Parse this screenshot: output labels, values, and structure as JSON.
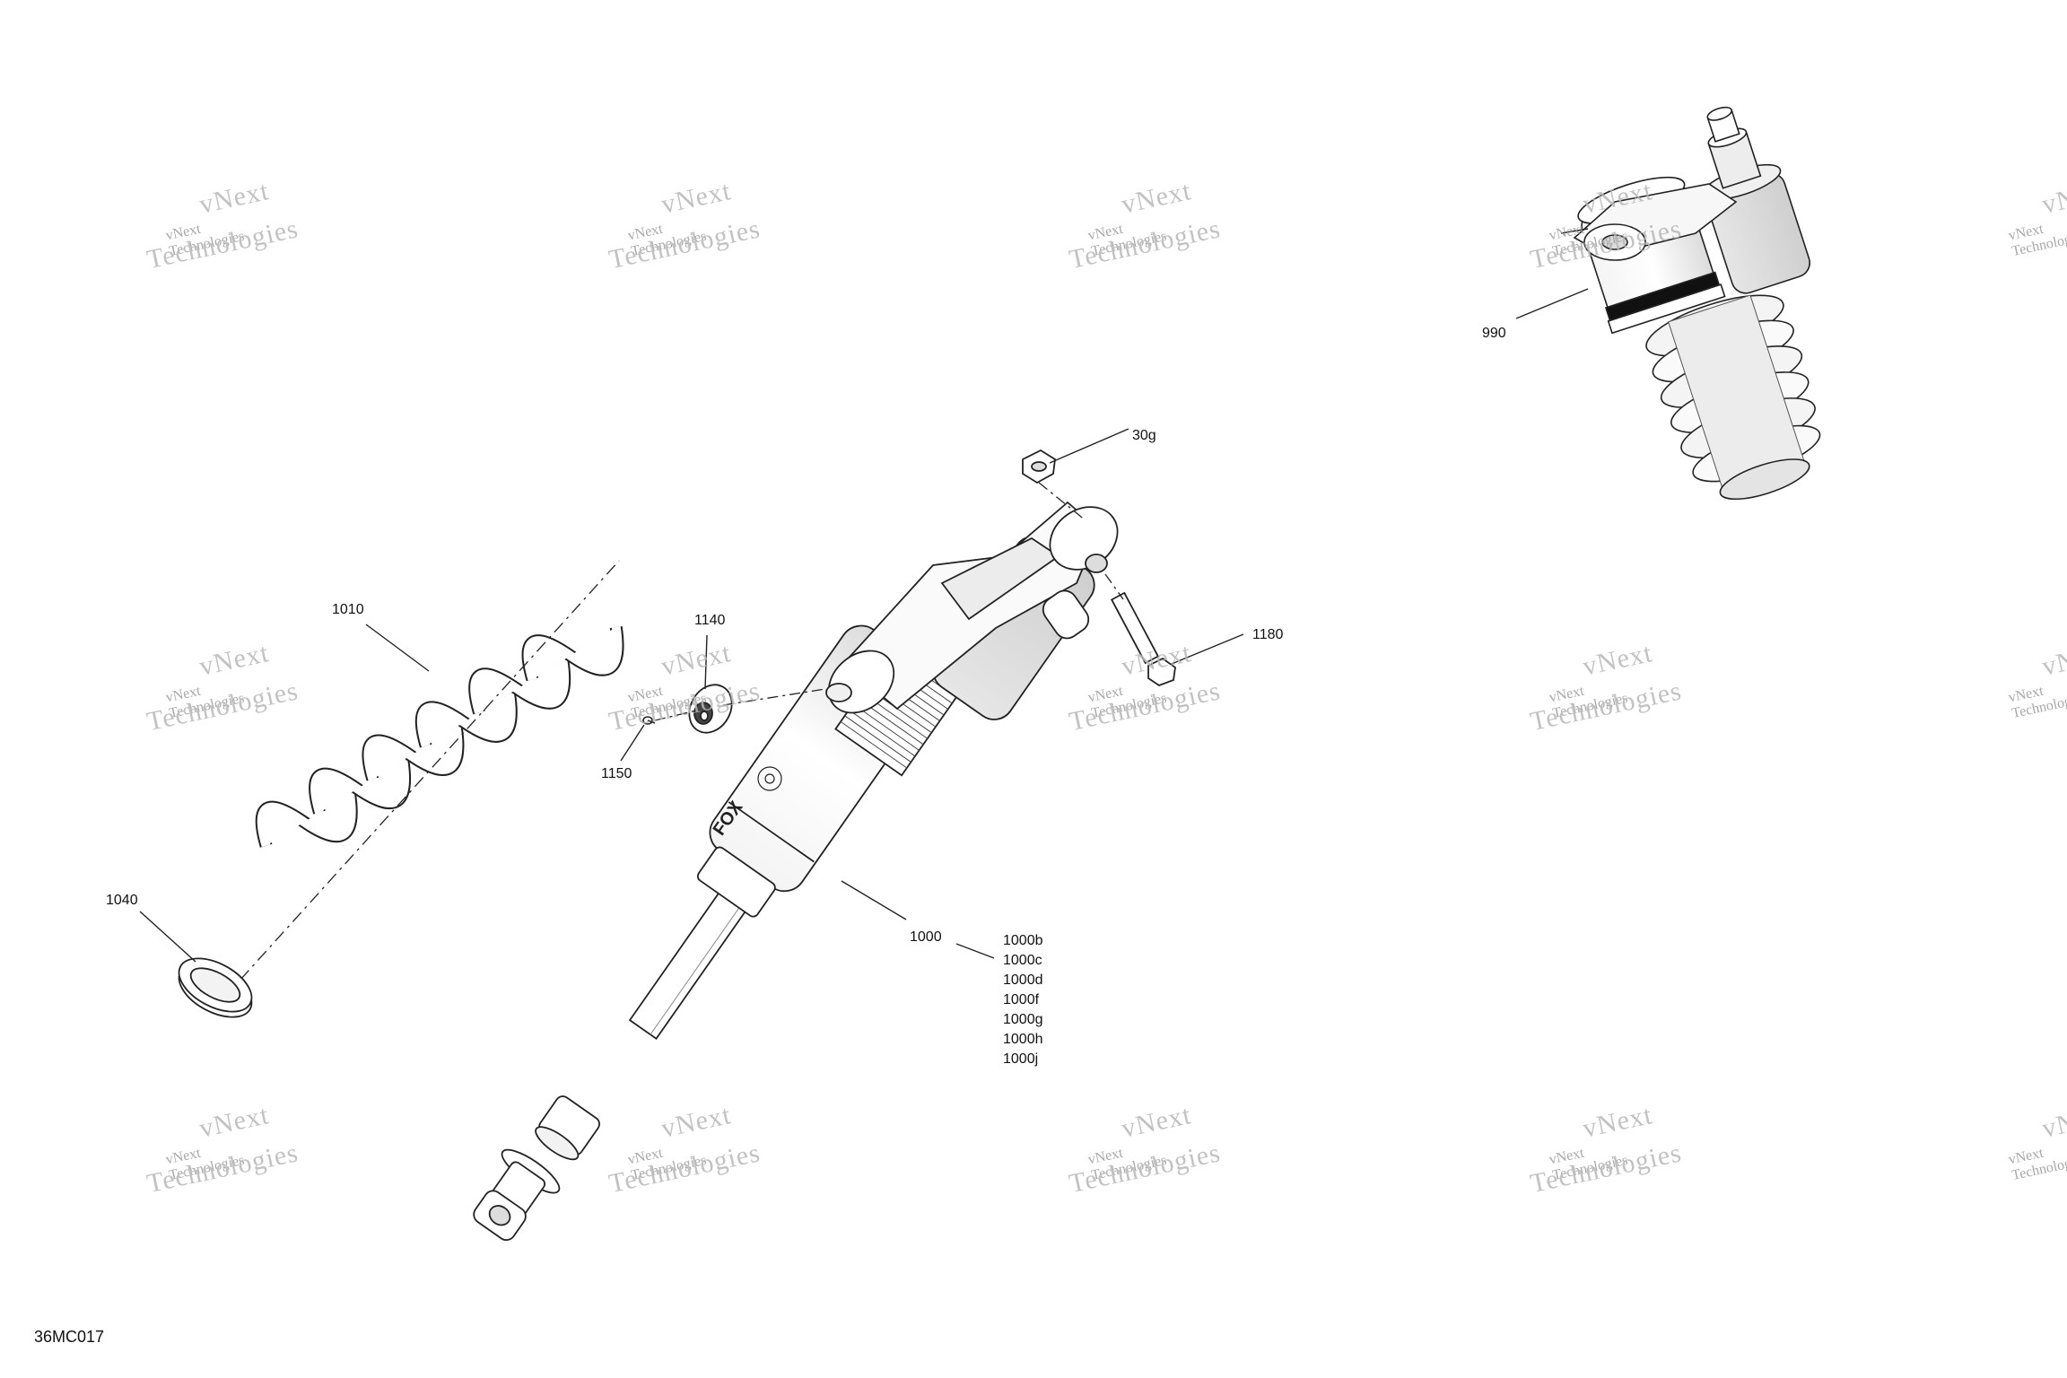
{
  "diagram": {
    "callouts": {
      "c990": "990",
      "c30g": "30g",
      "c1010": "1010",
      "c1140": "1140",
      "c1150": "1150",
      "c1180": "1180",
      "c1040": "1040",
      "c1000": "1000"
    },
    "sub_parts": [
      "1000b",
      "1000c",
      "1000d",
      "1000f",
      "1000g",
      "1000h",
      "1000j"
    ],
    "watermark": {
      "line1": "vNext",
      "line2": "vNext Technologies",
      "line3": "Technologies"
    },
    "drawing_code": "36MC017"
  }
}
